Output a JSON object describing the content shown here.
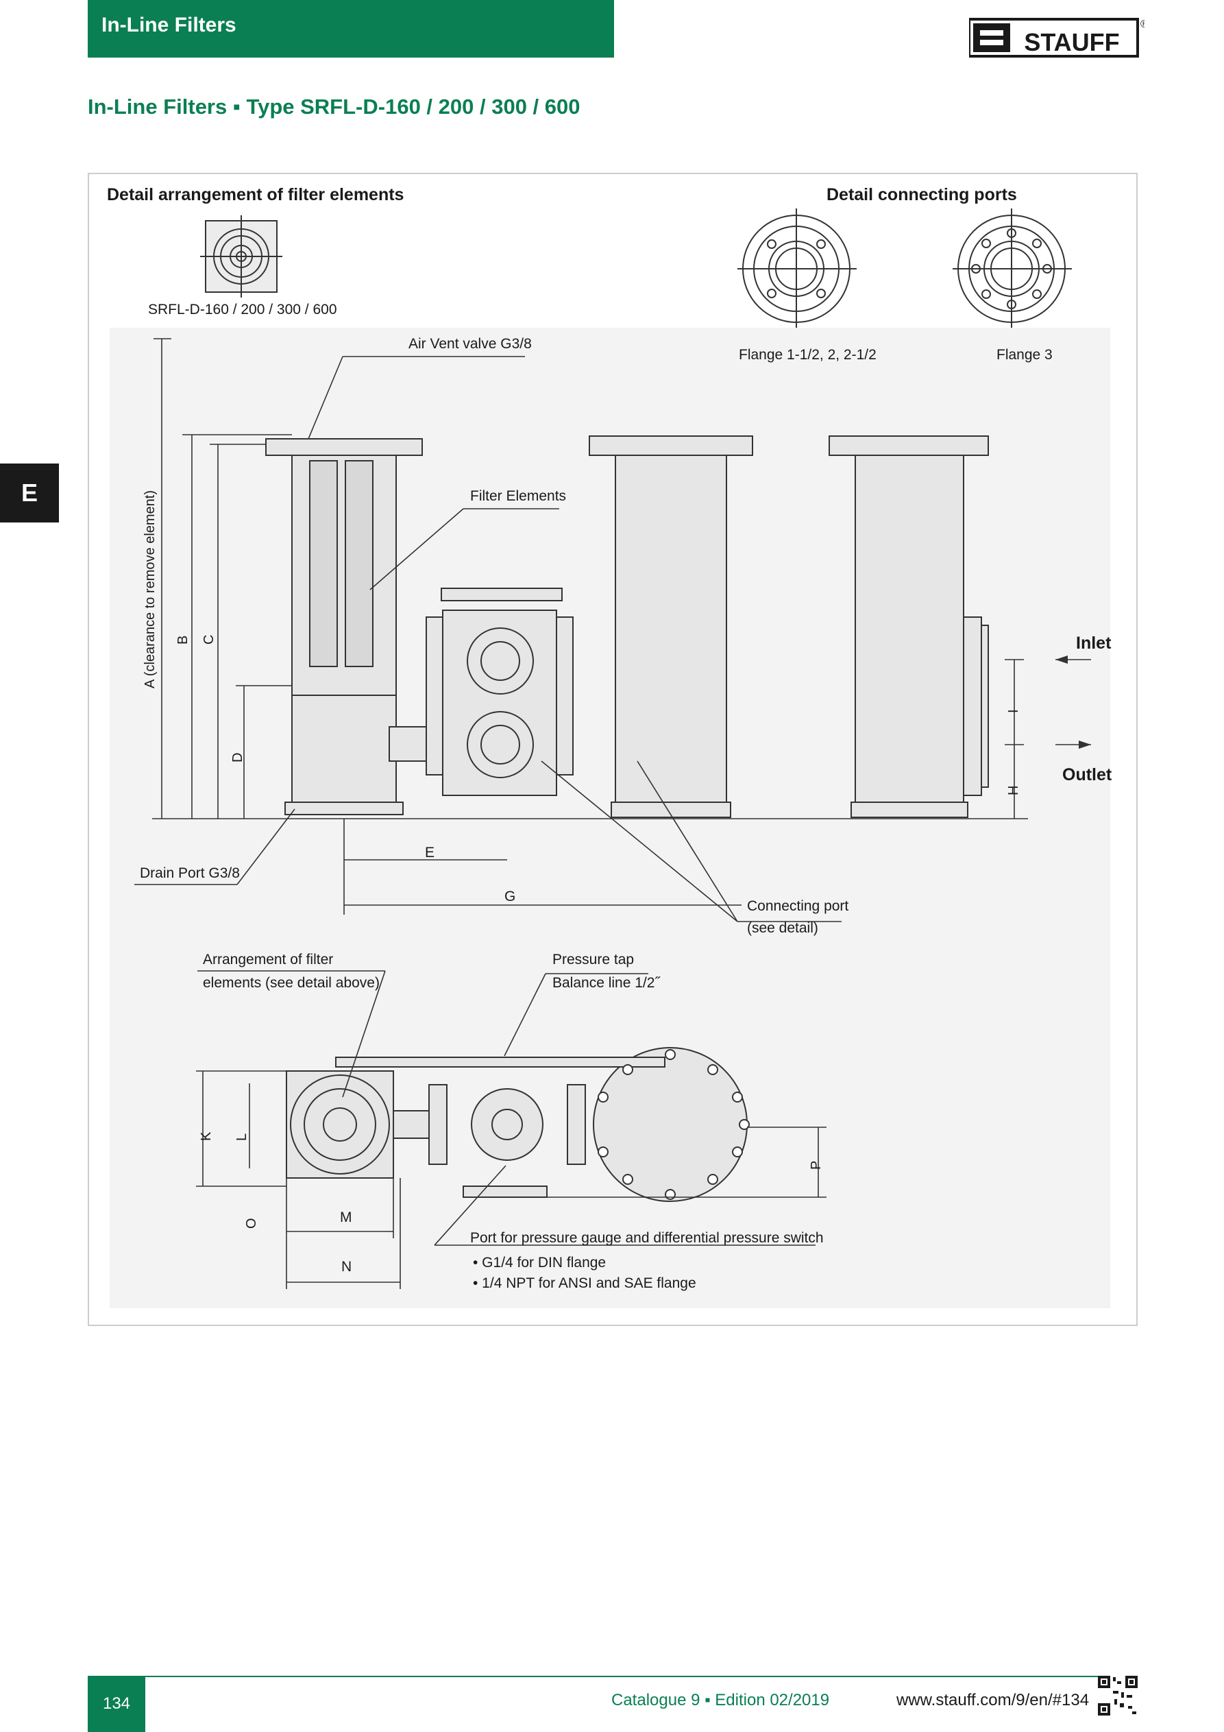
{
  "header": {
    "title": "In-Line Filters",
    "logo_text": "STAUFF",
    "registered": "®"
  },
  "subtitle": "In-Line Filters ▪ Type SRFL-D-160 / 200 / 300 / 600",
  "side_tab": "E",
  "panel": {
    "detail_elements_title": "Detail arrangement of filter elements",
    "detail_elements_caption": "SRFL-D-160 / 200 /  300 / 600",
    "detail_ports_title": "Detail connecting ports",
    "flange_a_caption": "Flange 1-1/2, 2, 2-1/2",
    "flange_b_caption": "Flange 3",
    "air_vent": "Air Vent valve  G3/8",
    "filter_elements": "Filter Elements",
    "clearance": "A (clearance to remove element)",
    "dim_b": "B",
    "dim_c": "C",
    "dim_d": "D",
    "dim_e": "E",
    "dim_g": "G",
    "dim_h": "H",
    "dim_i": "I",
    "dim_k": "K",
    "dim_l": "L",
    "dim_m": "M",
    "dim_n": "N",
    "dim_o": "O",
    "dim_p": "P",
    "inlet": "Inlet",
    "outlet": "Outlet",
    "drain_port": "Drain Port G3/8",
    "connecting_port_1": "Connecting port",
    "connecting_port_2": "(see detail)",
    "arrangement_1": "Arrangement of filter",
    "arrangement_2": "elements (see detail above)",
    "pressure_tap_1": "Pressure tap",
    "pressure_tap_2": "Balance line 1/2˝",
    "port_gauge": "Port for pressure gauge and differential pressure switch",
    "bullet_1": "• G1/4 for DIN flange",
    "bullet_2": "• 1/4 NPT for ANSI and SAE flange"
  },
  "footer": {
    "page_number": "134",
    "catalogue": "Catalogue 9 ▪ Edition 02/2019",
    "url": "www.stauff.com/9/en/#134"
  },
  "colors": {
    "brand_green": "#0a7f53",
    "line": "#333333",
    "fill": "#e6e6e6"
  }
}
